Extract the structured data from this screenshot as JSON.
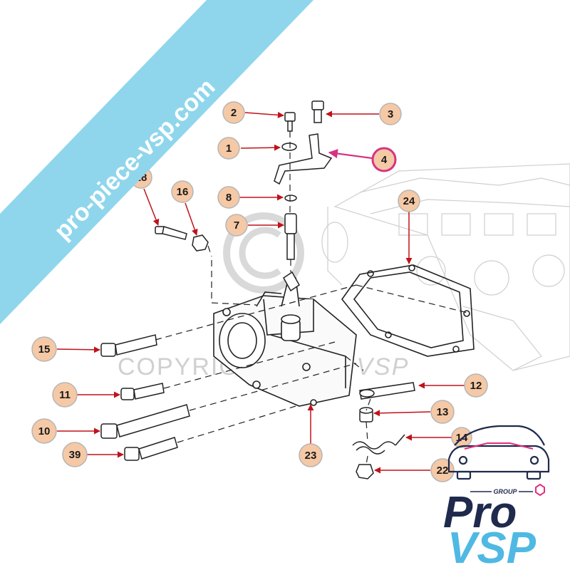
{
  "banner": {
    "text": "pro-piece-vsp.com",
    "color": "#8fd6ec"
  },
  "watermark": {
    "copyright_text": "COPYRIGHT",
    "brand_text": "Pro VSP"
  },
  "logo": {
    "group_text": "GROUP",
    "pro_text": "Pro",
    "vsp_text": "VSP",
    "navy": "#1f2a4d",
    "blue": "#4fb9e3",
    "pink": "#e0307e"
  },
  "callouts": {
    "c1": "1",
    "c2": "2",
    "c3": "3",
    "c4": "4",
    "c7": "7",
    "c8": "8",
    "c10": "10",
    "c11": "11",
    "c12": "12",
    "c13": "13",
    "c14": "14",
    "c15": "15",
    "c16": "16",
    "c18": "18",
    "c22": "22",
    "c23": "23",
    "c24": "24",
    "c39": "39"
  },
  "colors": {
    "callout_fill": "#f5c9a6",
    "callout_stroke": "#b5b5b5",
    "arrow": "#c0121b",
    "highlight": "#d63384",
    "line": "#222222",
    "ghost": "#c8c8c8"
  }
}
